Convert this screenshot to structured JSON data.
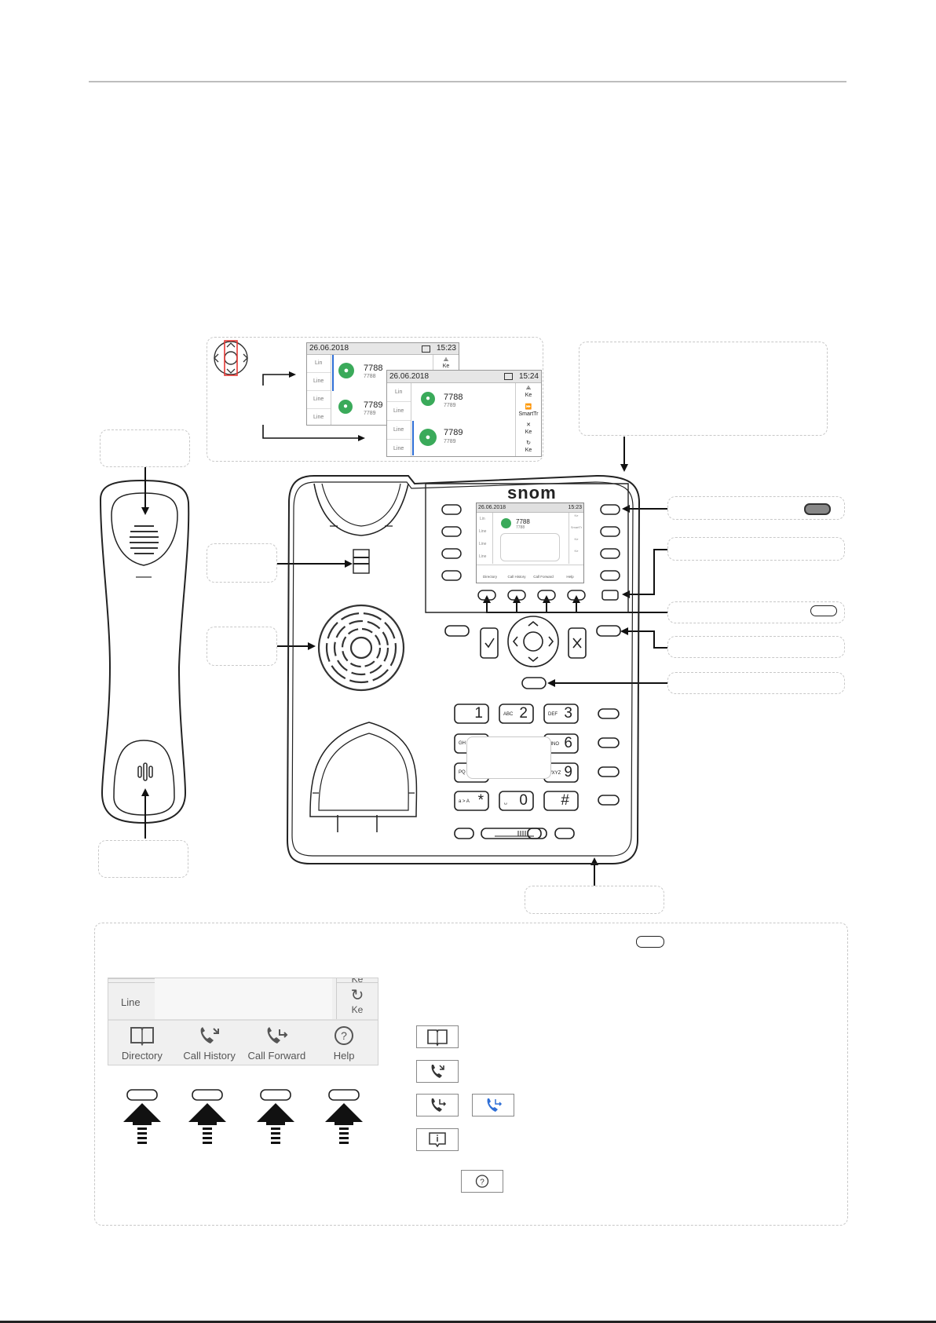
{
  "screens": {
    "front": {
      "date": "26.06.2018",
      "time": "15:23",
      "line_labels": [
        "Lin",
        "Line",
        "Line",
        "Line"
      ],
      "contacts": [
        {
          "name": "7788",
          "number": "7788"
        },
        {
          "name": "7789",
          "number": "7789"
        }
      ],
      "side_labels": [
        "Ke"
      ]
    },
    "back": {
      "date": "26.06.2018",
      "time": "15:24",
      "line_labels": [
        "Lin",
        "Line",
        "Line",
        "Line"
      ],
      "contacts": [
        {
          "name": "7788",
          "number": "7789"
        },
        {
          "name": "7789",
          "number": "7789"
        }
      ],
      "side_labels": [
        "Ke",
        "SmartTr",
        "Ke",
        "Ke"
      ]
    },
    "phone_display": {
      "date": "26.06.2018",
      "time": "15:23",
      "contact_name": "7788",
      "contact_number": "7788",
      "line_labels": [
        "Lin",
        "Line",
        "Line",
        "Line"
      ],
      "side_labels": [
        "Ke",
        "SmartTr",
        "Ke",
        "Ke"
      ],
      "softkeys": [
        "Directory",
        "Call History",
        "Call Forward",
        "Help"
      ]
    }
  },
  "phone": {
    "brand": "snom",
    "keypad": [
      {
        "digit": "1",
        "letters": ""
      },
      {
        "digit": "2",
        "letters": "ABC"
      },
      {
        "digit": "3",
        "letters": "DEF"
      },
      {
        "digit": "6",
        "letters": "MNO"
      },
      {
        "digit": "9",
        "letters": "WXYZ"
      },
      {
        "digit": "*",
        "letters": "a > A"
      },
      {
        "digit": "0",
        "letters": "␣"
      },
      {
        "digit": "#",
        "letters": ""
      }
    ],
    "partial_key_letters": [
      "GH",
      "PQ"
    ]
  },
  "detail_panel": {
    "zoom": {
      "top_labels": [
        "Ke"
      ],
      "line_label": "Line",
      "side_label": "Ke",
      "softkeys": [
        {
          "label": "Directory",
          "icon": "book-icon"
        },
        {
          "label": "Call History",
          "icon": "call-history-icon"
        },
        {
          "label": "Call Forward",
          "icon": "call-forward-icon"
        },
        {
          "label": "Help",
          "icon": "help-icon"
        }
      ]
    },
    "legend_icons": [
      "book-icon",
      "call-history-icon",
      "call-forward-icon",
      "call-forward-active-icon",
      "info-icon",
      "help-icon"
    ]
  },
  "colors": {
    "contact_green": "#3aaa5a",
    "forward_blue": "#2f6fd6",
    "highlight_red": "#e53935",
    "dashed_border": "#c8c8c8"
  }
}
